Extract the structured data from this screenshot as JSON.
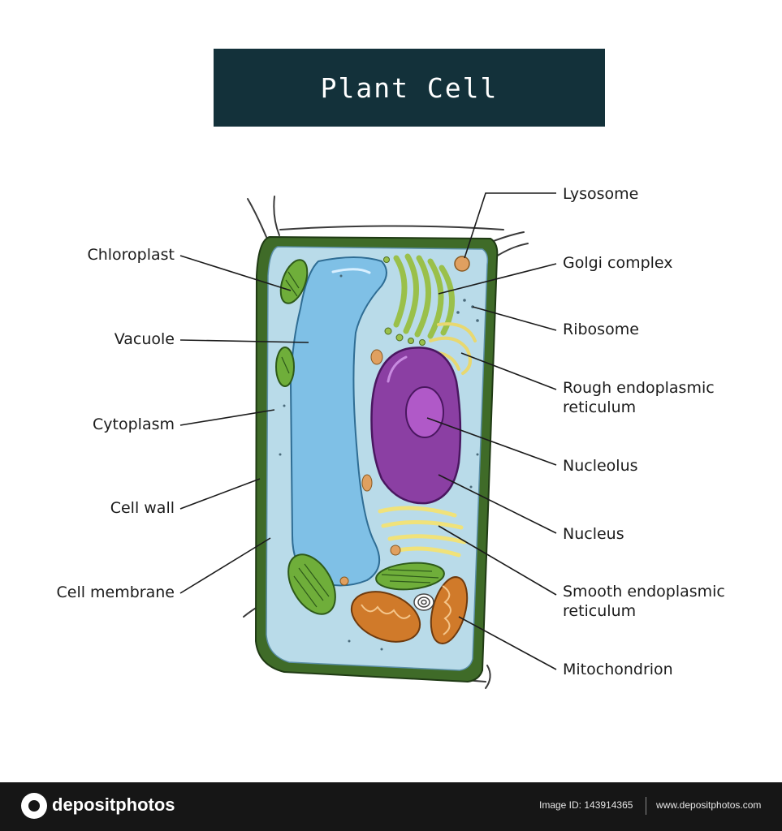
{
  "title": "Plant Cell",
  "labels": {
    "chloroplast": "Chloroplast",
    "vacuole": "Vacuole",
    "cytoplasm": "Cytoplasm",
    "cell_wall": "Cell wall",
    "cell_membrane": "Cell membrane",
    "lysosome": "Lysosome",
    "golgi": "Golgi complex",
    "ribosome": "Ribosome",
    "rough_er_1": "Rough endoplasmic",
    "rough_er_2": "reticulum",
    "nucleolus": "Nucleolus",
    "nucleus": "Nucleus",
    "smooth_er_1": "Smooth endoplasmic",
    "smooth_er_2": "reticulum",
    "mitochondrion": "Mitochondrion"
  },
  "footer": {
    "brand": "depositphotos",
    "image_id": "Image ID: 143914365",
    "site": "www.depositphotos.com"
  },
  "colors": {
    "title_bg": "#13313a",
    "cell_wall": "#3f6b28",
    "cytoplasm": "#b9dbe9",
    "vacuole": "#7fc0e6",
    "nucleus": "#8b3fa3",
    "chloroplast": "#6fae3a",
    "golgi": "#9ac04a",
    "mitochondrion": "#d07a2a",
    "smooth_er": "#f0e27a",
    "footer_bg": "#161616"
  }
}
